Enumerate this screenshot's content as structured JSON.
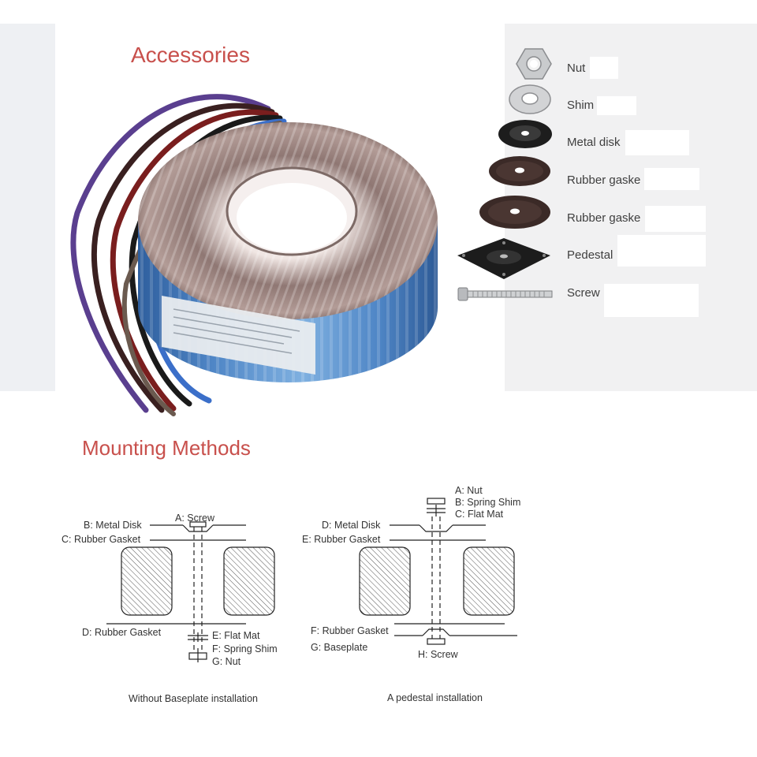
{
  "accessories": {
    "title": "Accessories",
    "items": [
      {
        "label": "Nut",
        "icon": "hex-nut-icon"
      },
      {
        "label": "Shim",
        "icon": "washer-icon"
      },
      {
        "label": "Metal disk",
        "icon": "metal-disk-icon"
      },
      {
        "label": "Rubber gaske",
        "icon": "rubber-gasket-icon"
      },
      {
        "label": "Rubber gaske",
        "icon": "rubber-gasket-icon"
      },
      {
        "label": "Pedestal",
        "icon": "pedestal-plate-icon"
      },
      {
        "label": "Screw",
        "icon": "screw-bolt-icon"
      }
    ]
  },
  "mounting": {
    "title": "Mounting Methods",
    "without_baseplate": {
      "caption": "Without Baseplate installation",
      "labels": {
        "a": "A: Screw",
        "b": "B: Metal Disk",
        "c": "C: Rubber Gasket",
        "d": "D: Rubber Gasket",
        "e": "E: Flat Mat",
        "f": "F: Spring Shim",
        "g": "G: Nut"
      }
    },
    "pedestal": {
      "caption": "A pedestal installation",
      "labels": {
        "a": "A: Nut",
        "b": "B: Spring Shim",
        "c": "C: Flat Mat",
        "d": "D: Metal Disk",
        "e": "E: Rubber Gasket",
        "f": "F: Rubber Gasket",
        "g": "G: Baseplate",
        "h": "H: Screw"
      }
    }
  },
  "colors": {
    "title_red": "#c8504c",
    "label_grey": "#3f3f3f",
    "toroid_blue": "#4f86c6",
    "winding_copper": "#8a6f6a"
  }
}
